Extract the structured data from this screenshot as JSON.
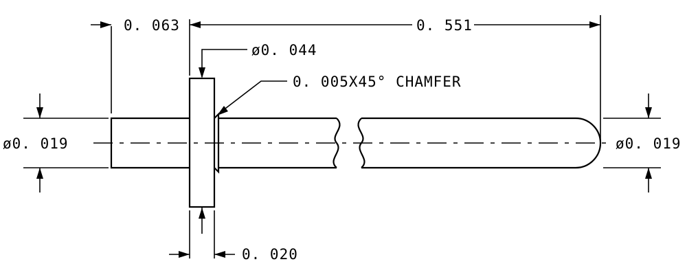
{
  "drawing": {
    "dim_shoulder_length": "0. 063",
    "dim_overall_length": "0. 551",
    "dim_head_diameter": "ø0. 044",
    "dim_chamfer": "0. 005X45°  CHAMFER",
    "dim_pin_diameter_left": "ø0. 019",
    "dim_pin_diameter_right": "ø0. 019",
    "dim_head_thickness": "0. 020"
  }
}
